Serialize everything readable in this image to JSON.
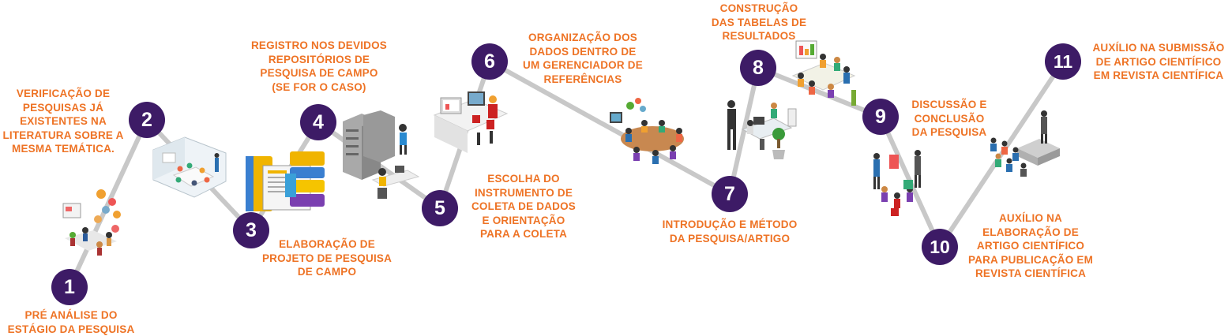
{
  "colors": {
    "accent": "#ee7325",
    "node": "#3d1b66",
    "path": "#c8c8c8"
  },
  "steps": [
    {
      "number": "1",
      "label": "PRÉ ANÁLISE DO\nESTÁGIO DA PESQUISA"
    },
    {
      "number": "2",
      "label": "VERIFICAÇÃO DE\nPESQUISAS JÁ\nEXISTENTES NA\nLITERATURA SOBRE A\nMESMA TEMÁTICA."
    },
    {
      "number": "3",
      "label": "ELABORAÇÃO DE\nPROJETO DE PESQUISA\nDE CAMPO"
    },
    {
      "number": "4",
      "label": "REGISTRO NOS DEVIDOS\nREPOSITÓRIOS DE\nPESQUISA DE CAMPO\n(SE FOR O CASO)"
    },
    {
      "number": "5",
      "label": "ESCOLHA DO\nINSTRUMENTO DE\nCOLETA DE DADOS\nE ORIENTAÇÃO\nPARA A COLETA"
    },
    {
      "number": "6",
      "label": "ORGANIZAÇÃO DOS\nDADOS DENTRO DE\nUM GERENCIADOR DE\nREFERÊNCIAS"
    },
    {
      "number": "7",
      "label": "INTRODUÇÃO E MÉTODO\nDA PESQUISA/ARTIGO"
    },
    {
      "number": "8",
      "label": "CONSTRUÇÃO\nDAS TABELAS DE\nRESULTADOS"
    },
    {
      "number": "9",
      "label": "DISCUSSÃO E\nCONCLUSÃO\nDA PESQUISA"
    },
    {
      "number": "10",
      "label": "AUXÍLIO NA\nELABORAÇÃO DE\nARTIGO CIENTÍFICO\nPARA PUBLICAÇÃO EM\nREVISTA CIENTÍFICA"
    },
    {
      "number": "11",
      "label": "AUXÍLIO NA SUBMISSÃO\nDE ARTIGO CIENTÍFICO\nEM REVISTA CIENTÍFICA"
    }
  ],
  "illustrations": [
    "meeting-presentation-illustration",
    "glass-meeting-room-illustration",
    "books-documents-illustration",
    "server-room-illustration",
    "desk-computer-illustration",
    "conference-table-illustration",
    "office-team-illustration",
    "results-tables-illustration",
    "discussion-group-illustration",
    "audience-presentation-illustration"
  ]
}
